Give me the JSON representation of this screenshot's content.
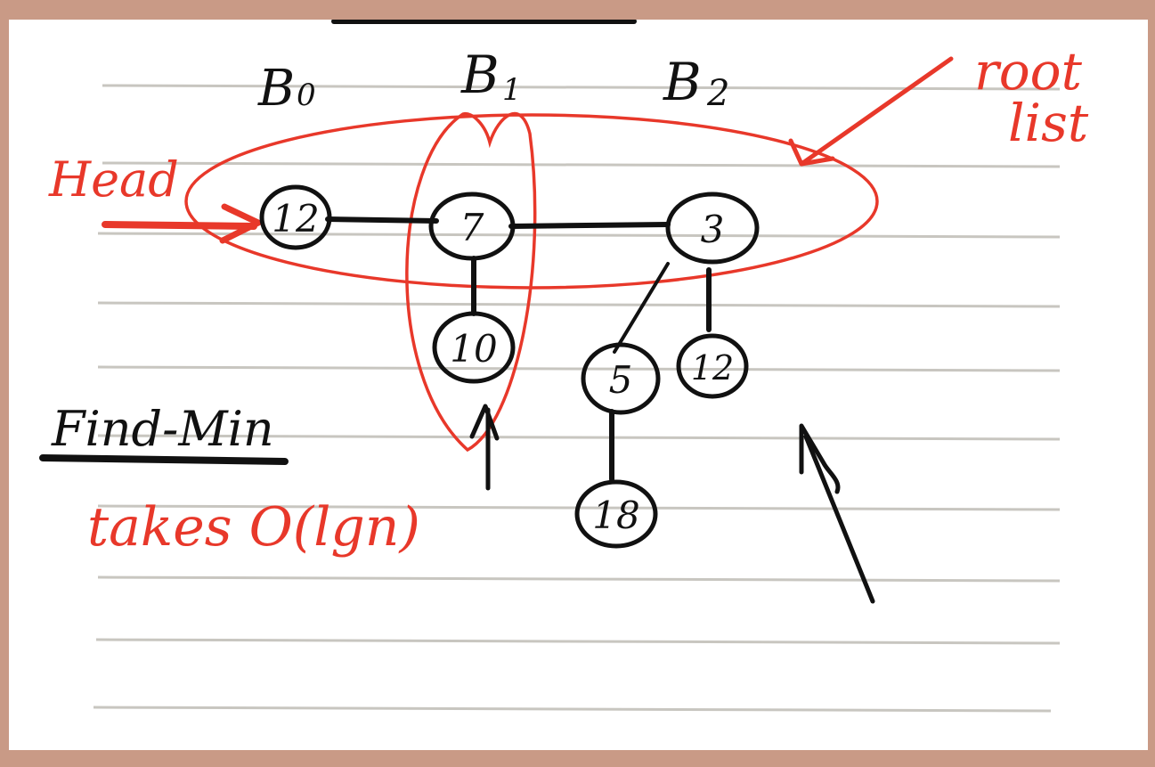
{
  "columns": {
    "b0": {
      "letter": "B",
      "sub": "0"
    },
    "b1": {
      "letter": "B",
      "sub": "1"
    },
    "b2": {
      "letter": "B",
      "sub": "2"
    }
  },
  "labels": {
    "head": "Head",
    "root_line1": "root",
    "root_line2": "list",
    "find_min": "Find-Min",
    "takes": "takes O(lgn)"
  },
  "nodes": {
    "n12a": "12",
    "n7": "7",
    "n3": "3",
    "n10": "10",
    "n5": "5",
    "n12b": "12",
    "n18": "18"
  },
  "colors": {
    "ink": "#111111",
    "red": "#e8382a",
    "rule": "#c8c6c0",
    "frame": "#c99a86",
    "paper": "#ffffff"
  }
}
